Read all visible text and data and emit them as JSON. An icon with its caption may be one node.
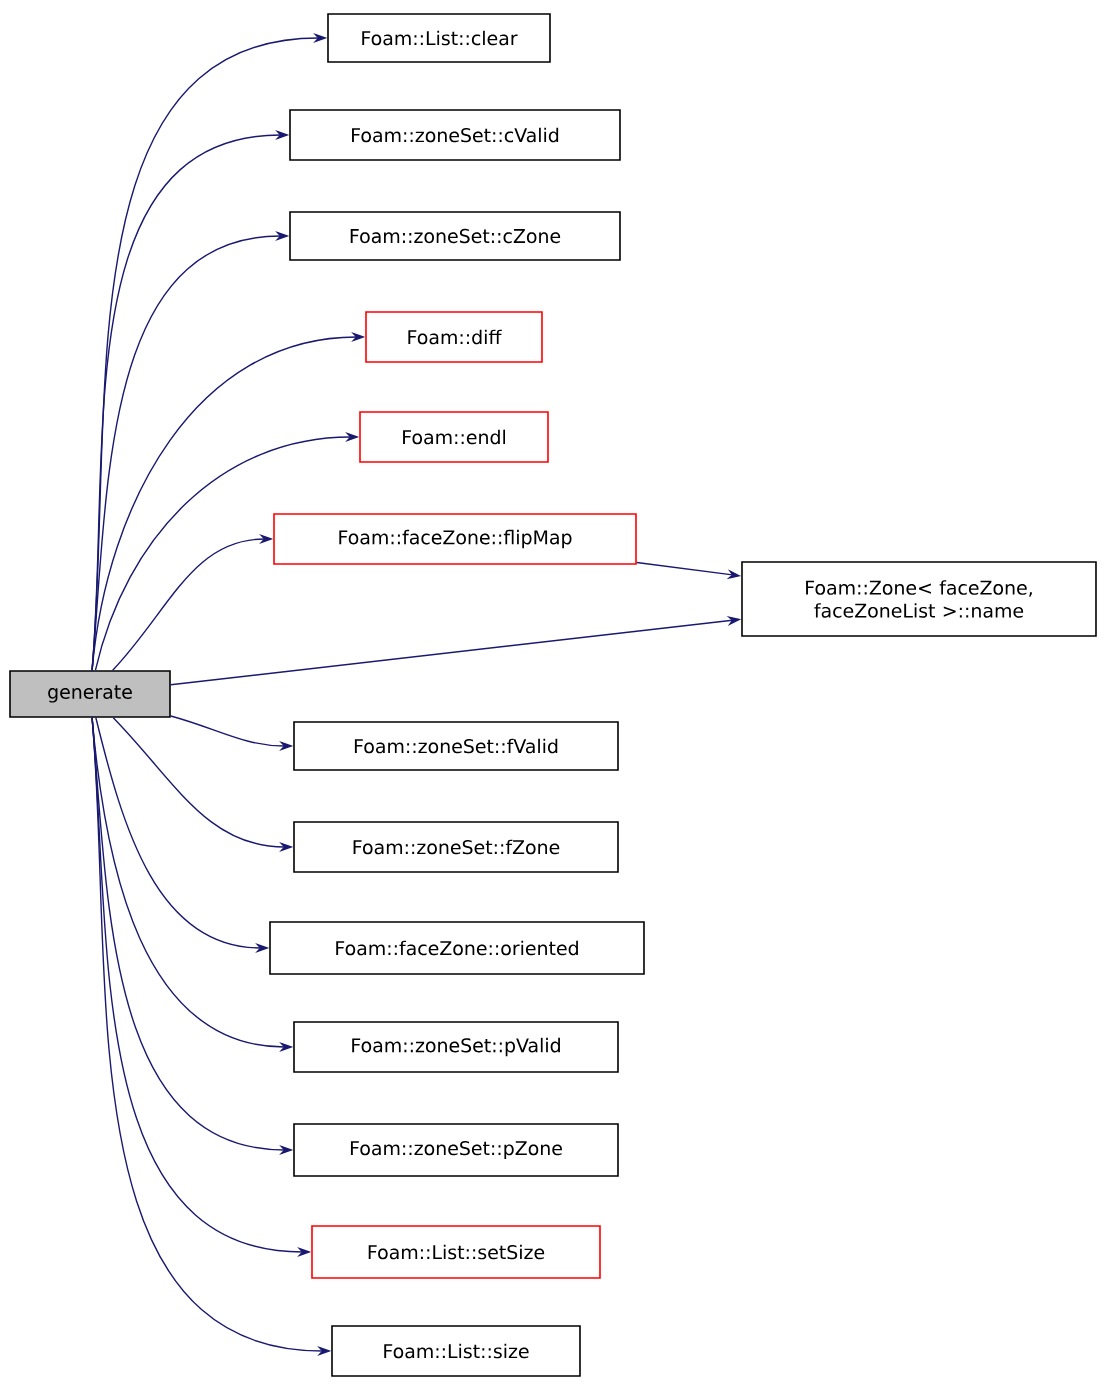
{
  "diagram": {
    "nodes": [
      {
        "text": [
          "generate"
        ]
      },
      {
        "text": [
          "Foam::List::clear"
        ]
      },
      {
        "text": [
          "Foam::zoneSet::cValid"
        ]
      },
      {
        "text": [
          "Foam::zoneSet::cZone"
        ]
      },
      {
        "text": [
          "Foam::diff"
        ]
      },
      {
        "text": [
          "Foam::endl"
        ]
      },
      {
        "text": [
          "Foam::faceZone::flipMap"
        ]
      },
      {
        "text": [
          "Foam::Zone< faceZone, faceZoneList >::name"
        ]
      },
      {
        "text": [
          "Foam::zoneSet::fValid"
        ]
      },
      {
        "text": [
          "Foam::zoneSet::fZone"
        ]
      },
      {
        "text": [
          "Foam::faceZone::oriented"
        ]
      },
      {
        "text": [
          "Foam::zoneSet::pValid"
        ]
      },
      {
        "text": [
          "Foam::zoneSet::pZone"
        ]
      },
      {
        "text": [
          "Foam::List::setSize"
        ]
      },
      {
        "text": [
          "Foam::List::size"
        ]
      }
    ],
    "edges": [
      {
        "from": 0,
        "to": 1,
        "arrow": "to"
      },
      {
        "from": 0,
        "to": 2,
        "arrow": "to"
      },
      {
        "from": 0,
        "to": 3,
        "arrow": "to"
      },
      {
        "from": 0,
        "to": 4,
        "arrow": "to"
      },
      {
        "from": 0,
        "to": 5,
        "arrow": "to"
      },
      {
        "from": 0,
        "to": 6,
        "arrow": "to"
      },
      {
        "from": 6,
        "to": 7,
        "arrow": "to"
      },
      {
        "from": 0,
        "to": 7,
        "arrow": "to"
      },
      {
        "from": 0,
        "to": 8,
        "arrow": "to"
      },
      {
        "from": 0,
        "to": 9,
        "arrow": "to"
      },
      {
        "from": 0,
        "to": 10,
        "arrow": "to"
      },
      {
        "from": 0,
        "to": 11,
        "arrow": "to"
      },
      {
        "from": 0,
        "to": 12,
        "arrow": "to"
      },
      {
        "from": 0,
        "to": 13,
        "arrow": "to"
      },
      {
        "from": 0,
        "to": 14,
        "arrow": "to"
      }
    ]
  }
}
